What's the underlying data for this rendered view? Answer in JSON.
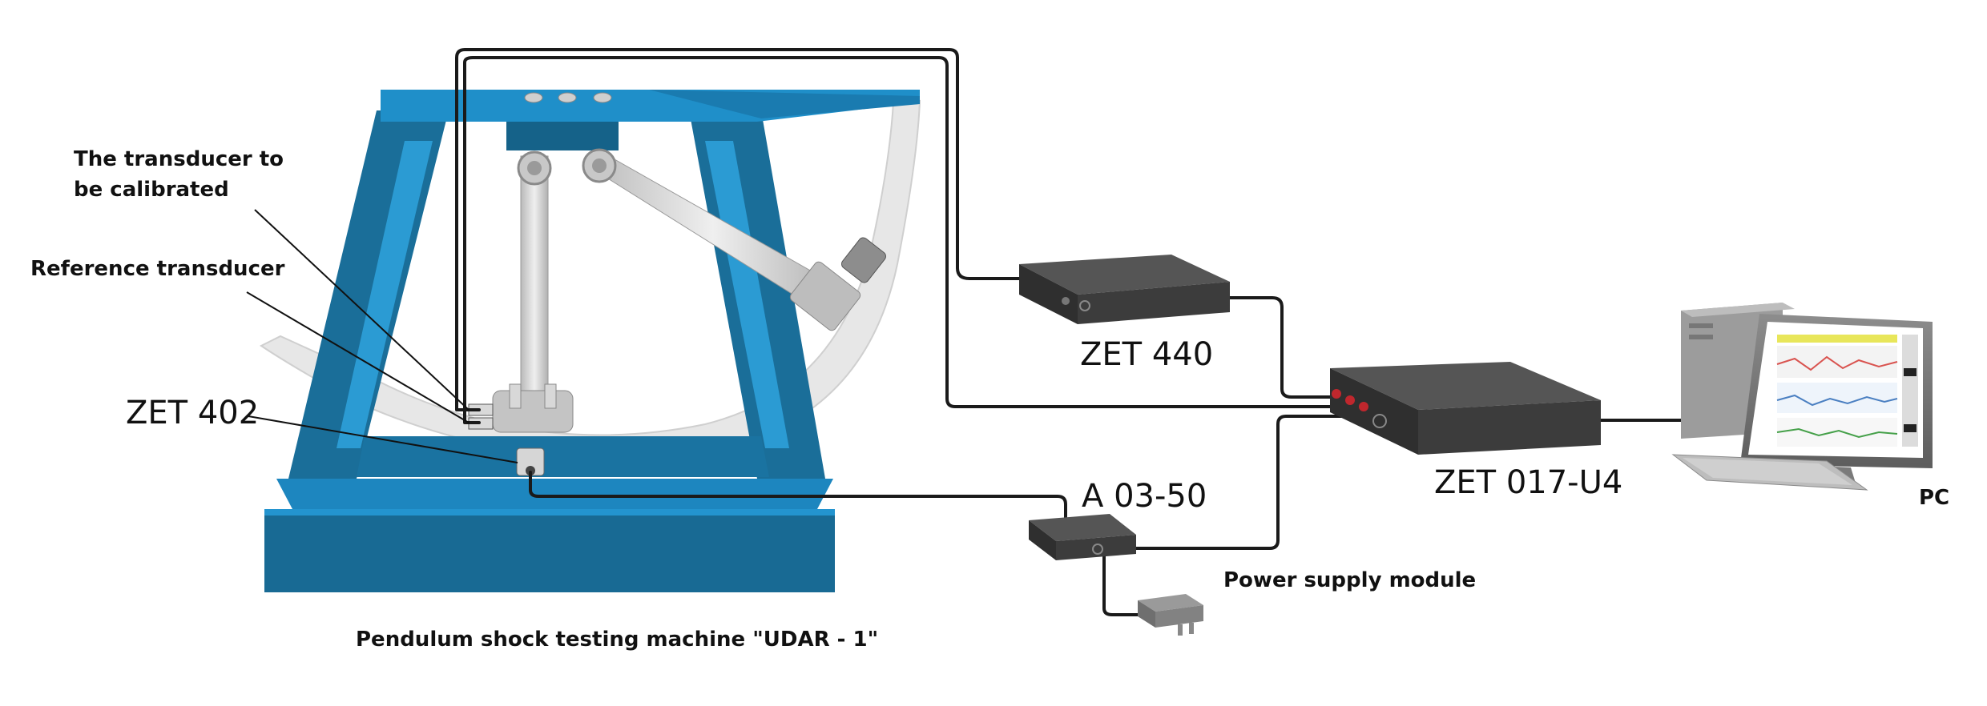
{
  "diagram": {
    "labels": {
      "transducer_calibrated": "The transducer to be calibrated",
      "reference_transducer": "Reference transducer",
      "zet402": "ZET 402",
      "zet440": "ZET 440",
      "zet017": "ZET 017-U4",
      "a0350": "A 03-50",
      "power_supply": "Power supply module",
      "pc": "PC",
      "machine": "Pendulum shock testing machine \"UDAR - 1\""
    },
    "colors": {
      "frame_dark": "#1a6e99",
      "frame_light": "#1d8ec4",
      "frame_top": "#1f8fc9",
      "arc": "#e4e4e4",
      "device_body": "#3c3c3c",
      "cable": "#1a1a1a",
      "connector_red": "#c0272d"
    }
  }
}
